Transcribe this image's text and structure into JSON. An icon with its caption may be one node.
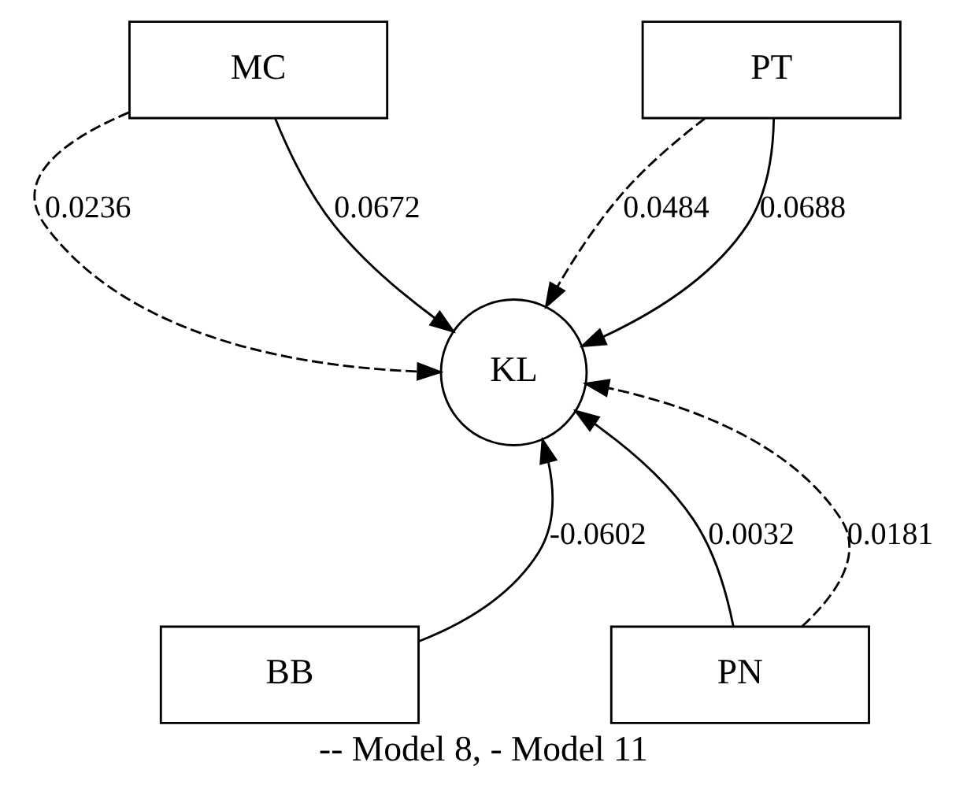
{
  "diagram": {
    "caption": "-- Model 8, - Model 11",
    "nodes": [
      {
        "text": [
          "MC"
        ]
      },
      {
        "text": [
          "PT"
        ]
      },
      {
        "text": [
          "KL"
        ]
      },
      {
        "text": [
          "BB"
        ]
      },
      {
        "text": [
          "PN"
        ]
      }
    ],
    "edges": [
      {
        "from": 0,
        "to": 2,
        "arrow": "to",
        "style": "dashed",
        "label": "0.0236"
      },
      {
        "from": 0,
        "to": 2,
        "arrow": "to",
        "label": "0.0672"
      },
      {
        "from": 1,
        "to": 2,
        "arrow": "to",
        "style": "dashed",
        "label": "0.0484"
      },
      {
        "from": 1,
        "to": 2,
        "arrow": "to",
        "label": "0.0688"
      },
      {
        "from": 3,
        "to": 2,
        "arrow": "to",
        "label": "-0.0602"
      },
      {
        "from": 4,
        "to": 2,
        "arrow": "to",
        "label": "0.0032"
      },
      {
        "from": 4,
        "to": 2,
        "arrow": "to",
        "style": "dashed",
        "label": "0.0181"
      }
    ]
  }
}
